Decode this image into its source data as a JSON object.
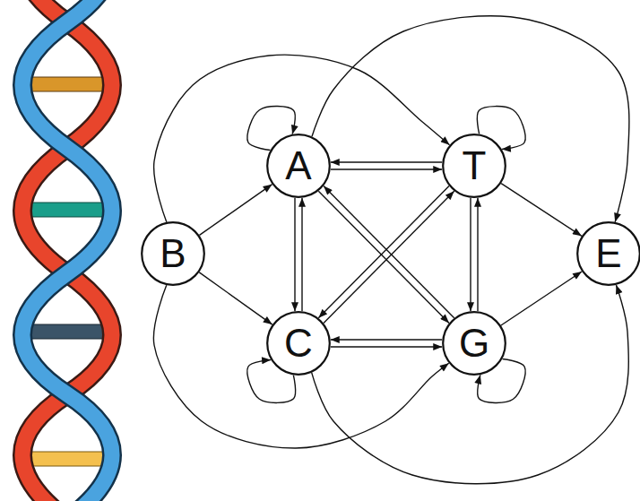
{
  "diagram": {
    "nodes": [
      {
        "text": [
          "A"
        ]
      },
      {
        "text": [
          "T"
        ]
      },
      {
        "text": [
          "B"
        ]
      },
      {
        "text": [
          "E"
        ]
      },
      {
        "text": [
          "C"
        ]
      },
      {
        "text": [
          "G"
        ]
      }
    ],
    "edges": [
      {
        "from": 2,
        "to": 0,
        "arrow": "to"
      },
      {
        "from": 2,
        "to": 4,
        "arrow": "to"
      },
      {
        "from": 2,
        "to": 1,
        "arrow": "to"
      },
      {
        "from": 2,
        "to": 5,
        "arrow": "to"
      },
      {
        "from": 0,
        "to": 0,
        "arrow": "to"
      },
      {
        "from": 1,
        "to": 1,
        "arrow": "to"
      },
      {
        "from": 4,
        "to": 4,
        "arrow": "to"
      },
      {
        "from": 5,
        "to": 5,
        "arrow": "to"
      },
      {
        "from": 0,
        "to": 1,
        "arrow": "to"
      },
      {
        "from": 1,
        "to": 0,
        "arrow": "to"
      },
      {
        "from": 0,
        "to": 4,
        "arrow": "to"
      },
      {
        "from": 4,
        "to": 0,
        "arrow": "to"
      },
      {
        "from": 4,
        "to": 5,
        "arrow": "to"
      },
      {
        "from": 5,
        "to": 4,
        "arrow": "to"
      },
      {
        "from": 1,
        "to": 5,
        "arrow": "to"
      },
      {
        "from": 5,
        "to": 1,
        "arrow": "to"
      },
      {
        "from": 0,
        "to": 5,
        "arrow": "to"
      },
      {
        "from": 5,
        "to": 0,
        "arrow": "to"
      },
      {
        "from": 4,
        "to": 1,
        "arrow": "to"
      },
      {
        "from": 1,
        "to": 4,
        "arrow": "to"
      },
      {
        "from": 1,
        "to": 3,
        "arrow": "to"
      },
      {
        "from": 5,
        "to": 3,
        "arrow": "to"
      },
      {
        "from": 0,
        "to": 3,
        "arrow": "to"
      },
      {
        "from": 4,
        "to": 3,
        "arrow": "to"
      }
    ]
  }
}
